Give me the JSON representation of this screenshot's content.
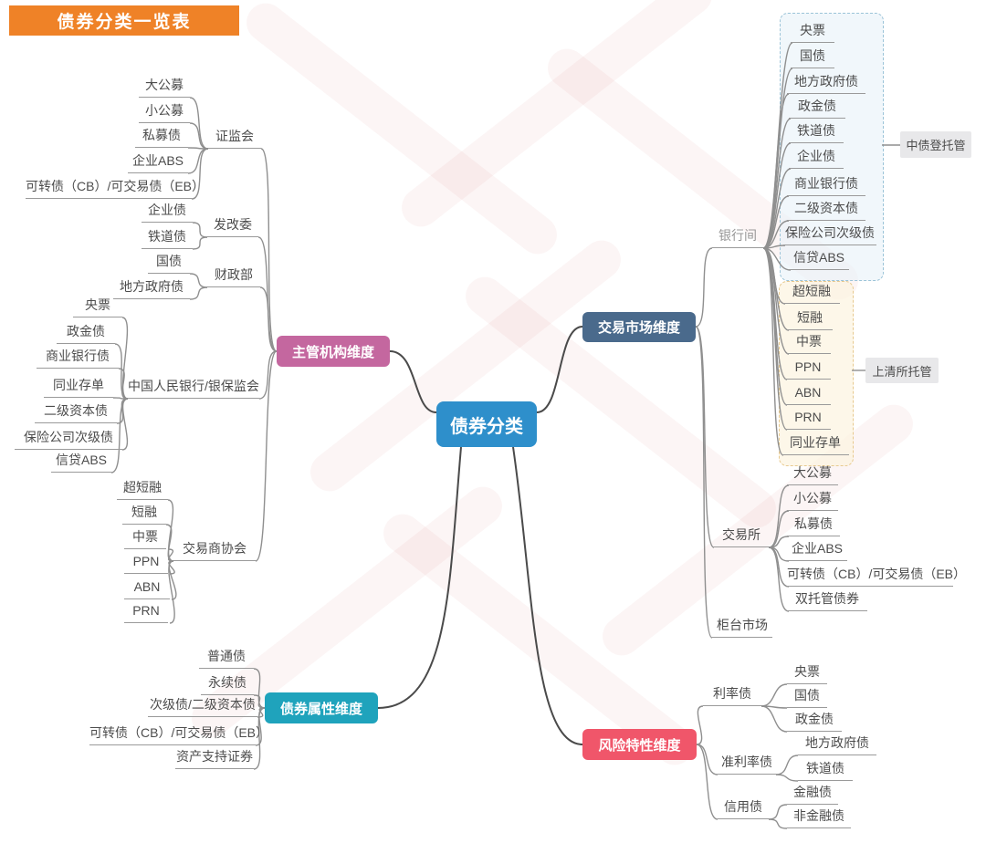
{
  "title": "债券分类一览表",
  "root": {
    "label": "债券分类"
  },
  "colors": {
    "banner": "#EF8227",
    "root": "#2E8FCB",
    "regulator": "#C4679F",
    "market": "#4A6A8C",
    "attribute": "#1FA3BC",
    "risk": "#F0566A"
  },
  "regulator": {
    "label": "主管机构维度",
    "groups": [
      {
        "label": "证监会",
        "children": [
          "大公募",
          "小公募",
          "私募债",
          "企业ABS",
          "可转债（CB）/可交易债（EB）"
        ]
      },
      {
        "label": "发改委",
        "children": [
          "企业债",
          "铁道债"
        ]
      },
      {
        "label": "财政部",
        "children": [
          "国债",
          "地方政府债"
        ]
      },
      {
        "label": "中国人民银行/银保监会",
        "children": [
          "央票",
          "政金债",
          "商业银行债",
          "同业存单",
          "二级资本债",
          "保险公司次级债",
          "信贷ABS"
        ]
      },
      {
        "label": "交易商协会",
        "children": [
          "超短融",
          "短融",
          "中票",
          "PPN",
          "ABN",
          "PRN"
        ]
      }
    ]
  },
  "market": {
    "label": "交易市场维度",
    "interbank": {
      "label": "银行间",
      "chinabond": {
        "custodian": "中债登托管",
        "items": [
          "央票",
          "国债",
          "地方政府债",
          "政金债",
          "铁道债",
          "企业债",
          "商业银行债",
          "二级资本债",
          "保险公司次级债",
          "信贷ABS"
        ]
      },
      "clearing": {
        "custodian": "上清所托管",
        "items": [
          "超短融",
          "短融",
          "中票",
          "PPN",
          "ABN",
          "PRN",
          "同业存单"
        ]
      }
    },
    "exchange": {
      "label": "交易所",
      "children": [
        "大公募",
        "小公募",
        "私募债",
        "企业ABS",
        "可转债（CB）/可交易债（EB）",
        "双托管债券"
      ]
    },
    "otc": {
      "label": "柜台市场"
    }
  },
  "attribute": {
    "label": "债券属性维度",
    "children": [
      "普通债",
      "永续债",
      "次级债/二级资本债",
      "可转债（CB）/可交易债（EB）",
      "资产支持证券"
    ]
  },
  "risk": {
    "label": "风险特性维度",
    "groups": [
      {
        "label": "利率债",
        "children": [
          "央票",
          "国债",
          "政金债"
        ]
      },
      {
        "label": "准利率债",
        "children": [
          "地方政府债",
          "铁道债"
        ]
      },
      {
        "label": "信用债",
        "children": [
          "金融债",
          "非金融债"
        ]
      }
    ]
  }
}
